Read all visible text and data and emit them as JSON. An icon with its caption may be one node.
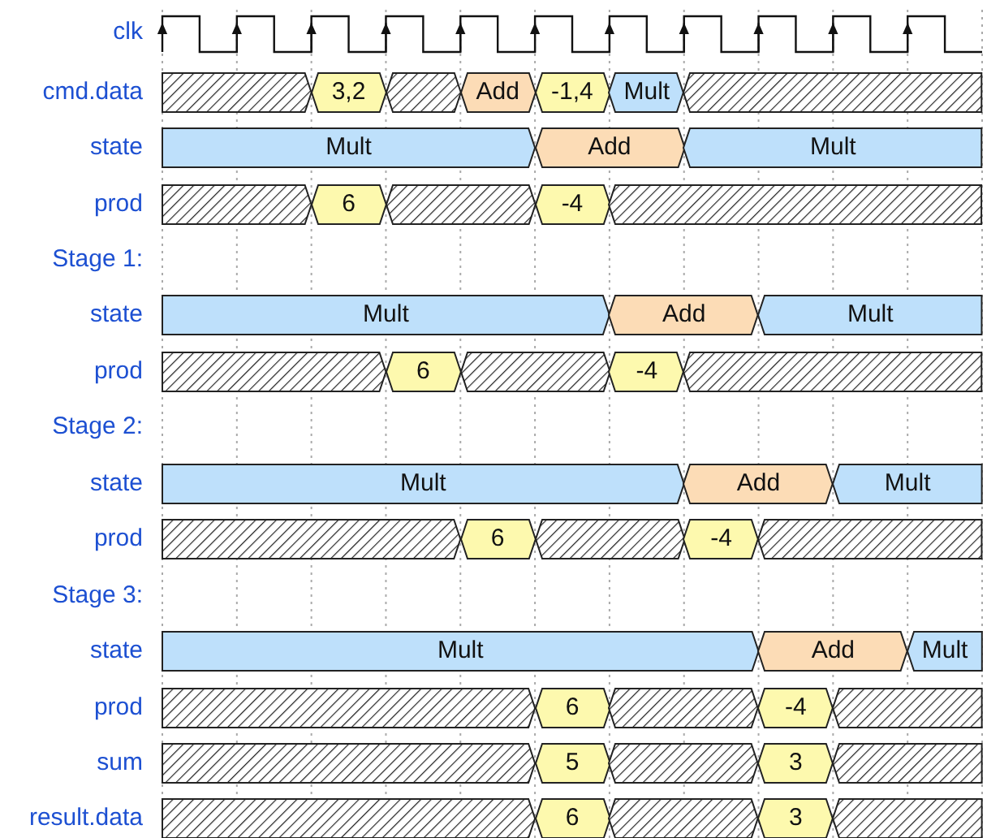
{
  "diagram": {
    "nodes": [
      {
        "text": [],
        "shape": "bar"
      },
      {
        "text": [
          "3,2"
        ]
      },
      {
        "text": [],
        "shape": "bar"
      },
      {
        "text": [
          "Add"
        ]
      },
      {
        "text": [
          "-1,4"
        ]
      },
      {
        "text": [
          "Mult"
        ]
      },
      {
        "text": [],
        "shape": "bar"
      },
      {
        "text": [
          "Mult"
        ]
      },
      {
        "text": [
          "Add"
        ]
      },
      {
        "text": [
          "Mult"
        ]
      },
      {
        "text": [],
        "shape": "bar"
      },
      {
        "text": [
          "6"
        ]
      },
      {
        "text": [],
        "shape": "bar"
      },
      {
        "text": [
          "-4"
        ]
      },
      {
        "text": [],
        "shape": "bar"
      },
      {
        "text": [
          "Mult"
        ]
      },
      {
        "text": [
          "Add"
        ]
      },
      {
        "text": [
          "Mult"
        ]
      },
      {
        "text": [],
        "shape": "bar"
      },
      {
        "text": [
          "6"
        ]
      },
      {
        "text": [],
        "shape": "bar"
      },
      {
        "text": [
          "-4"
        ]
      },
      {
        "text": [],
        "shape": "bar"
      },
      {
        "text": [
          "Mult"
        ]
      },
      {
        "text": [
          "Add"
        ]
      },
      {
        "text": [
          "Mult"
        ]
      },
      {
        "text": [],
        "shape": "bar"
      },
      {
        "text": [
          "6"
        ]
      },
      {
        "text": [],
        "shape": "bar"
      },
      {
        "text": [
          "-4"
        ]
      },
      {
        "text": [],
        "shape": "bar"
      },
      {
        "text": [
          "Mult"
        ]
      },
      {
        "text": [
          "Add"
        ]
      },
      {
        "text": [
          "Mult"
        ]
      },
      {
        "text": [],
        "shape": "bar"
      },
      {
        "text": [
          "6"
        ]
      },
      {
        "text": [],
        "shape": "bar"
      },
      {
        "text": [
          "-4"
        ]
      },
      {
        "text": [],
        "shape": "bar"
      },
      {
        "text": [],
        "shape": "bar"
      },
      {
        "text": [
          "5"
        ]
      },
      {
        "text": [],
        "shape": "bar"
      },
      {
        "text": [
          "3"
        ]
      },
      {
        "text": [],
        "shape": "bar"
      },
      {
        "text": [],
        "shape": "bar"
      },
      {
        "text": [
          "6"
        ]
      },
      {
        "text": [],
        "shape": "bar"
      },
      {
        "text": [
          "3"
        ]
      },
      {
        "text": [],
        "shape": "bar"
      }
    ],
    "labels": [
      "clk",
      "cmd.data",
      "state",
      "prod",
      "Stage 1:",
      "state",
      "prod",
      "Stage 2:",
      "state",
      "prod",
      "Stage 3:",
      "state",
      "prod",
      "sum",
      "result.data"
    ]
  }
}
